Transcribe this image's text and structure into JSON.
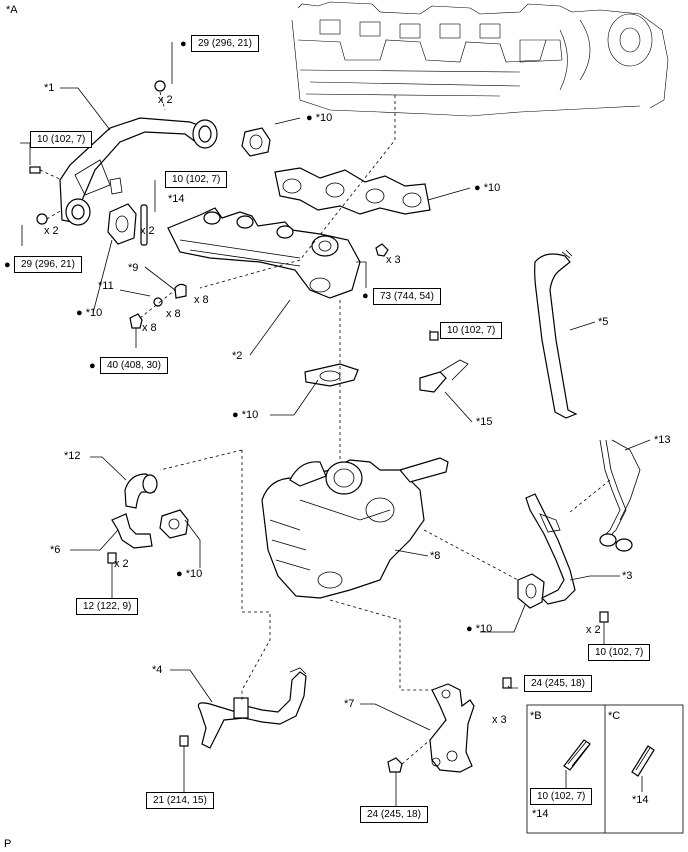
{
  "corner_labels": {
    "top_left": "*A",
    "bottom_left": "P"
  },
  "labels": {
    "p1": "*1",
    "p2": "*2",
    "p3": "*3",
    "p4": "*4",
    "p5": "*5",
    "p6": "*6",
    "p7": "*7",
    "p8": "*8",
    "p9": "*9",
    "p11": "*11",
    "p12": "*12",
    "p13": "*13",
    "p14": "*14",
    "p15": "*15",
    "g1": "*10",
    "g2": "*10",
    "g3": "*10",
    "g4": "*10",
    "g5": "*10",
    "g6": "*10"
  },
  "torques": {
    "t1": "29 (296, 21)",
    "t2": "10 (102, 7)",
    "t3": "10 (102, 7)",
    "t4": "29 (296, 21)",
    "t5": "73 (744, 54)",
    "t6": "40 (408, 30)",
    "t7": "10 (102, 7)",
    "t8": "12 (122, 9)",
    "t9": "10 (102, 7)",
    "t10": "24 (245, 18)",
    "t11": "21 (214, 15)",
    "t12": "24 (245, 18)",
    "t13": "10 (102, 7)"
  },
  "quantities": {
    "q1": "x 2",
    "q2": "x 2",
    "q3": "x 2",
    "q4": "x 3",
    "q5": "x 8",
    "q6": "x 8",
    "q7": "x 8",
    "q8": "x 2",
    "q9": "x 2",
    "q10": "x 3"
  },
  "legend": {
    "b_title": "*B",
    "c_title": "*C",
    "b_note": "*14",
    "c_note": "*14"
  }
}
